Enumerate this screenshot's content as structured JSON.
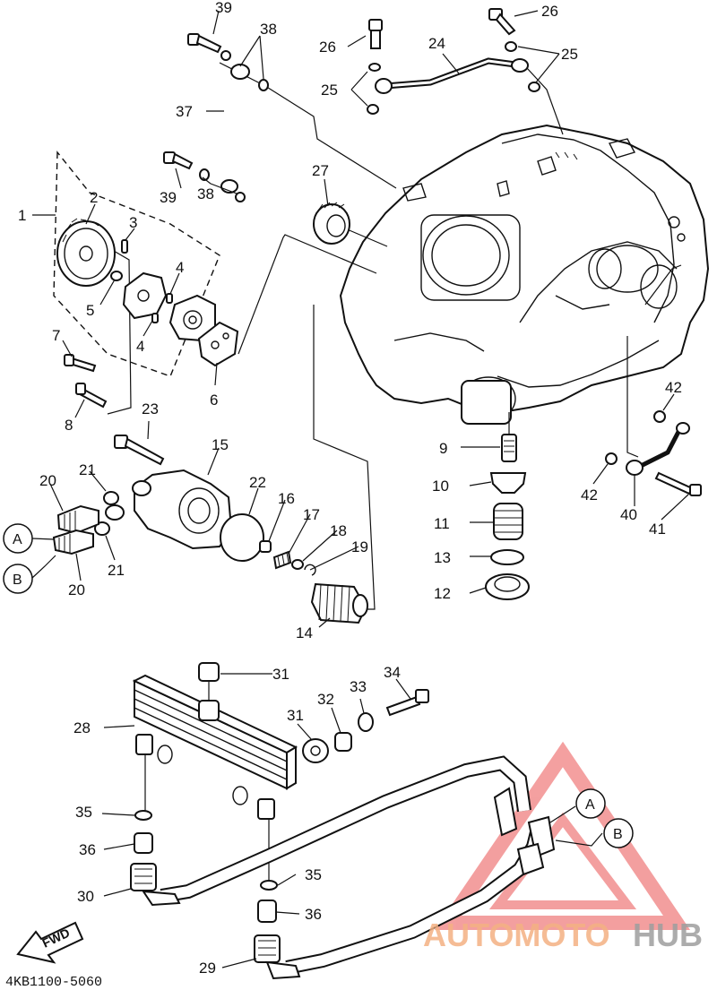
{
  "callouts": {
    "c1": "1",
    "c2": "2",
    "c3": "3",
    "c4a": "4",
    "c4b": "4",
    "c5": "5",
    "c6": "6",
    "c7": "7",
    "c8": "8",
    "c9": "9",
    "c10": "10",
    "c11": "11",
    "c12": "12",
    "c13": "13",
    "c14": "14",
    "c15": "15",
    "c16": "16",
    "c17": "17",
    "c18": "18",
    "c19": "19",
    "c20a": "20",
    "c20b": "20",
    "c21a": "21",
    "c21b": "21",
    "c22": "22",
    "c23": "23",
    "c24": "24",
    "c25a": "25",
    "c25b": "25",
    "c26a": "26",
    "c26b": "26",
    "c27": "27",
    "c28": "28",
    "c29": "29",
    "c30": "30",
    "c31a": "31",
    "c31b": "31",
    "c32": "32",
    "c33": "33",
    "c34": "34",
    "c35a": "35",
    "c35b": "35",
    "c36a": "36",
    "c36b": "36",
    "c37": "37",
    "c38a": "38",
    "c38b": "38",
    "c39a": "39",
    "c39b": "39",
    "c40": "40",
    "c41": "41",
    "c42a": "42",
    "c42b": "42"
  },
  "connectors": {
    "a_left": "A",
    "b_left": "B",
    "a_right": "A",
    "b_right": "B"
  },
  "fwd_label": "FWD",
  "diagram_code": "4KB1100-5060",
  "watermark": {
    "part1": "AUTOMOTO",
    "part2": "HUB",
    "color_main": "#f4b183",
    "color_hub": "#9e9e9e",
    "logo_color": "#f08080"
  }
}
